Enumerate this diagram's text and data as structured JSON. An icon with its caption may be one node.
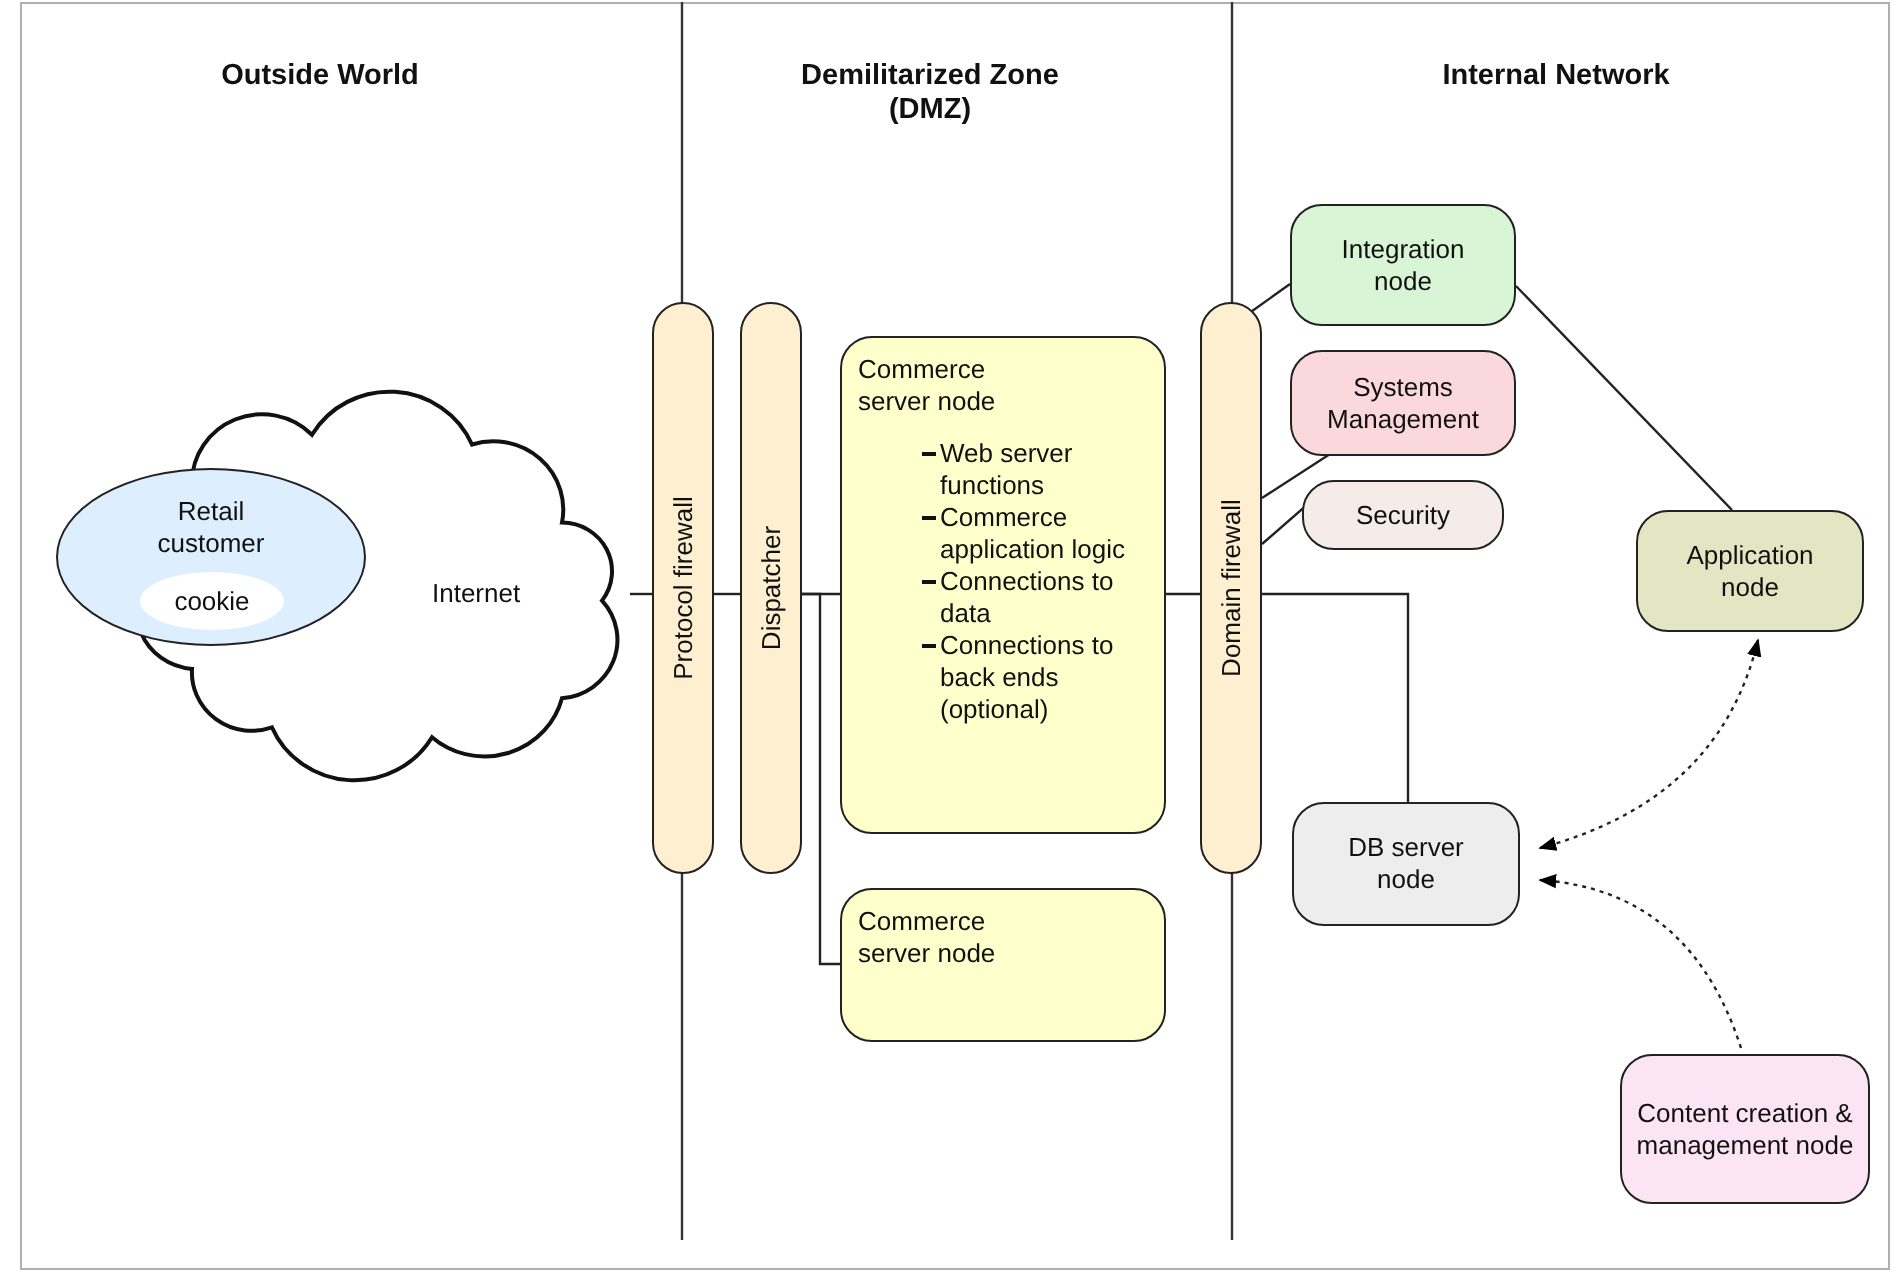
{
  "diagram": {
    "nodes": [
      {
        "text": [
          "Internet"
        ]
      },
      {
        "text": [
          "Retail customer"
        ]
      },
      {
        "text": [
          "cookie"
        ]
      },
      {
        "text": [
          "Protocol firewall"
        ]
      },
      {
        "text": [
          "Dispatcher"
        ]
      },
      {
        "text": [
          "Commerce server node",
          "Web server functions",
          "Commerce application logic",
          "Connections to data",
          "Connections to back ends (optional)"
        ]
      },
      {
        "text": [
          "Commerce server node"
        ]
      },
      {
        "text": [
          "Domain firewall"
        ]
      },
      {
        "text": [
          "Integration node"
        ]
      },
      {
        "text": [
          "Systems Management"
        ]
      },
      {
        "text": [
          "Security"
        ]
      },
      {
        "text": [
          "Application node"
        ]
      },
      {
        "text": [
          "DB server node"
        ]
      },
      {
        "text": [
          "Content creation & management node"
        ]
      }
    ],
    "edges": [
      {
        "from": 0,
        "to": 3,
        "arrow": "none"
      },
      {
        "from": 3,
        "to": 4,
        "arrow": "none"
      },
      {
        "from": 4,
        "to": 5,
        "arrow": "none"
      },
      {
        "from": 4,
        "to": 6,
        "arrow": "none"
      },
      {
        "from": 5,
        "to": 7,
        "arrow": "none"
      },
      {
        "from": 7,
        "to": 8,
        "arrow": "none"
      },
      {
        "from": 7,
        "to": 9,
        "arrow": "none"
      },
      {
        "from": 7,
        "to": 10,
        "arrow": "none"
      },
      {
        "from": 7,
        "to": 12,
        "arrow": "none"
      },
      {
        "from": 8,
        "to": 11,
        "arrow": "none"
      },
      {
        "from": 11,
        "to": 12,
        "arrow": "both",
        "style": "dashed"
      },
      {
        "from": 13,
        "to": 12,
        "arrow": "to",
        "style": "dashed"
      }
    ],
    "labels": [
      "Outside World",
      "Demilitarized Zone (DMZ)",
      "Internal Network"
    ]
  }
}
